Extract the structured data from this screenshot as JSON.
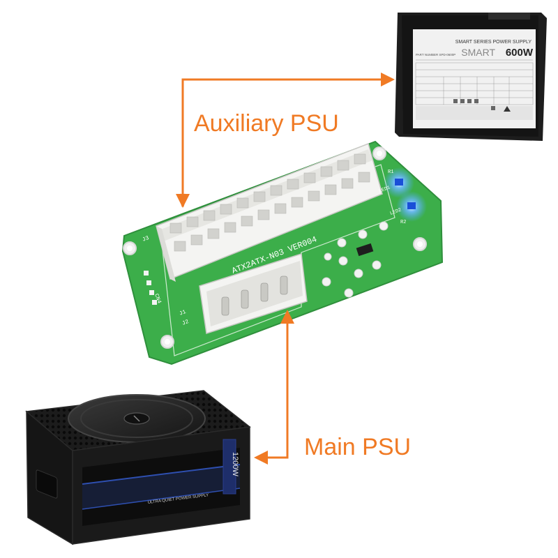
{
  "labels": {
    "auxiliary": "Auxiliary PSU",
    "main": "Main PSU"
  },
  "aux_psu": {
    "series": "SMART SERIES POWER SUPPLY",
    "model_prefix": "SMART",
    "wattage": "600W",
    "part_number": "PART NUMBER SPD-0600P"
  },
  "main_psu": {
    "wattage": "1200W",
    "tagline": "ULTRA QUIET POWER SUPPLY"
  },
  "board": {
    "model_text": "ATX2ATX-N03 VER004",
    "ref_j1": "J1",
    "ref_j2": "J2",
    "ref_j3": "J3",
    "ref_cn4": "CN4",
    "ref_r1": "R1",
    "ref_r2": "R2",
    "ref_led1": "LED1",
    "ref_led2": "LED2"
  },
  "colors": {
    "accent_orange": "#f07a24",
    "pcb_green": "#3cae4a",
    "led_blue": "#4aa8ff"
  }
}
